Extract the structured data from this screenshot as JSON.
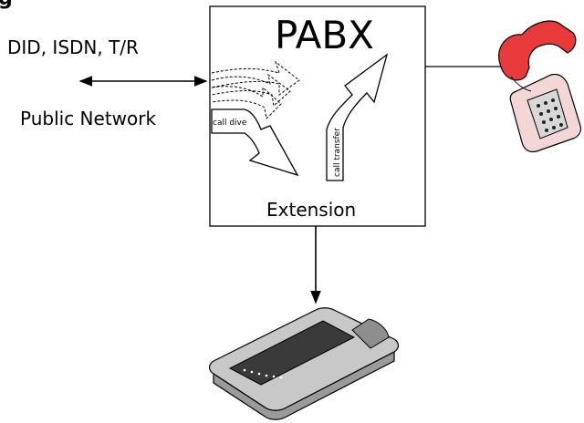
{
  "heading_partial": "g",
  "pabx_label": "PABX",
  "lines_label": "DID, ISDN, T/R",
  "network_label": "Public Network",
  "extension_label": "Extension",
  "call_diversion_label": "call dive",
  "call_transfer_label": "call transfer",
  "icons": {
    "telephone": "telephone-icon",
    "terminal": "terminal-device-icon"
  },
  "colors": {
    "line": "#000000",
    "phone_red": "#e83a3a",
    "device_gray": "#c8c8c8",
    "device_dark": "#3a3a3a"
  }
}
